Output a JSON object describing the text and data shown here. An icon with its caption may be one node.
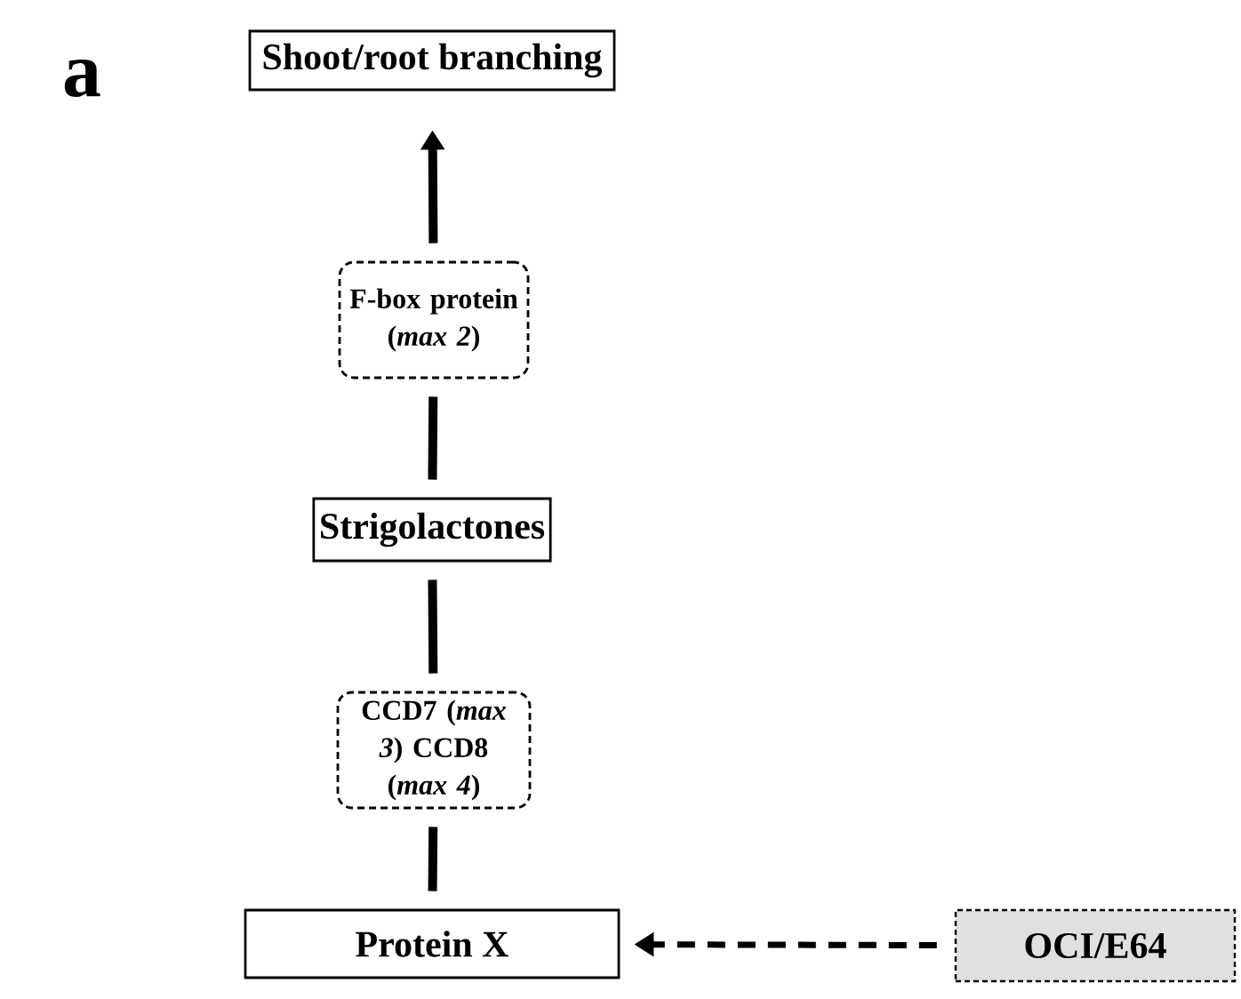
{
  "diagram": {
    "nodes": [
      {
        "text": [
          "Shoot/root branching"
        ]
      },
      {
        "text": [
          "F-box protein (*max 2*)"
        ]
      },
      {
        "text": [
          "Strigolactones"
        ]
      },
      {
        "text": [
          "CCD7 (*max 3*) CCD8 (*max 4*)"
        ]
      },
      {
        "text": [
          "Protein X"
        ]
      },
      {
        "text": [
          "OCI/E64"
        ]
      }
    ],
    "edges": [
      {
        "from": 4,
        "to": 3,
        "arrow": "none"
      },
      {
        "from": 3,
        "to": 2,
        "arrow": "none"
      },
      {
        "from": 2,
        "to": 1,
        "arrow": "none"
      },
      {
        "from": 1,
        "to": 0,
        "arrow": "to"
      },
      {
        "from": 5,
        "to": 4,
        "arrow": "to",
        "style": "dashed"
      }
    ],
    "labels": [
      "a"
    ]
  }
}
